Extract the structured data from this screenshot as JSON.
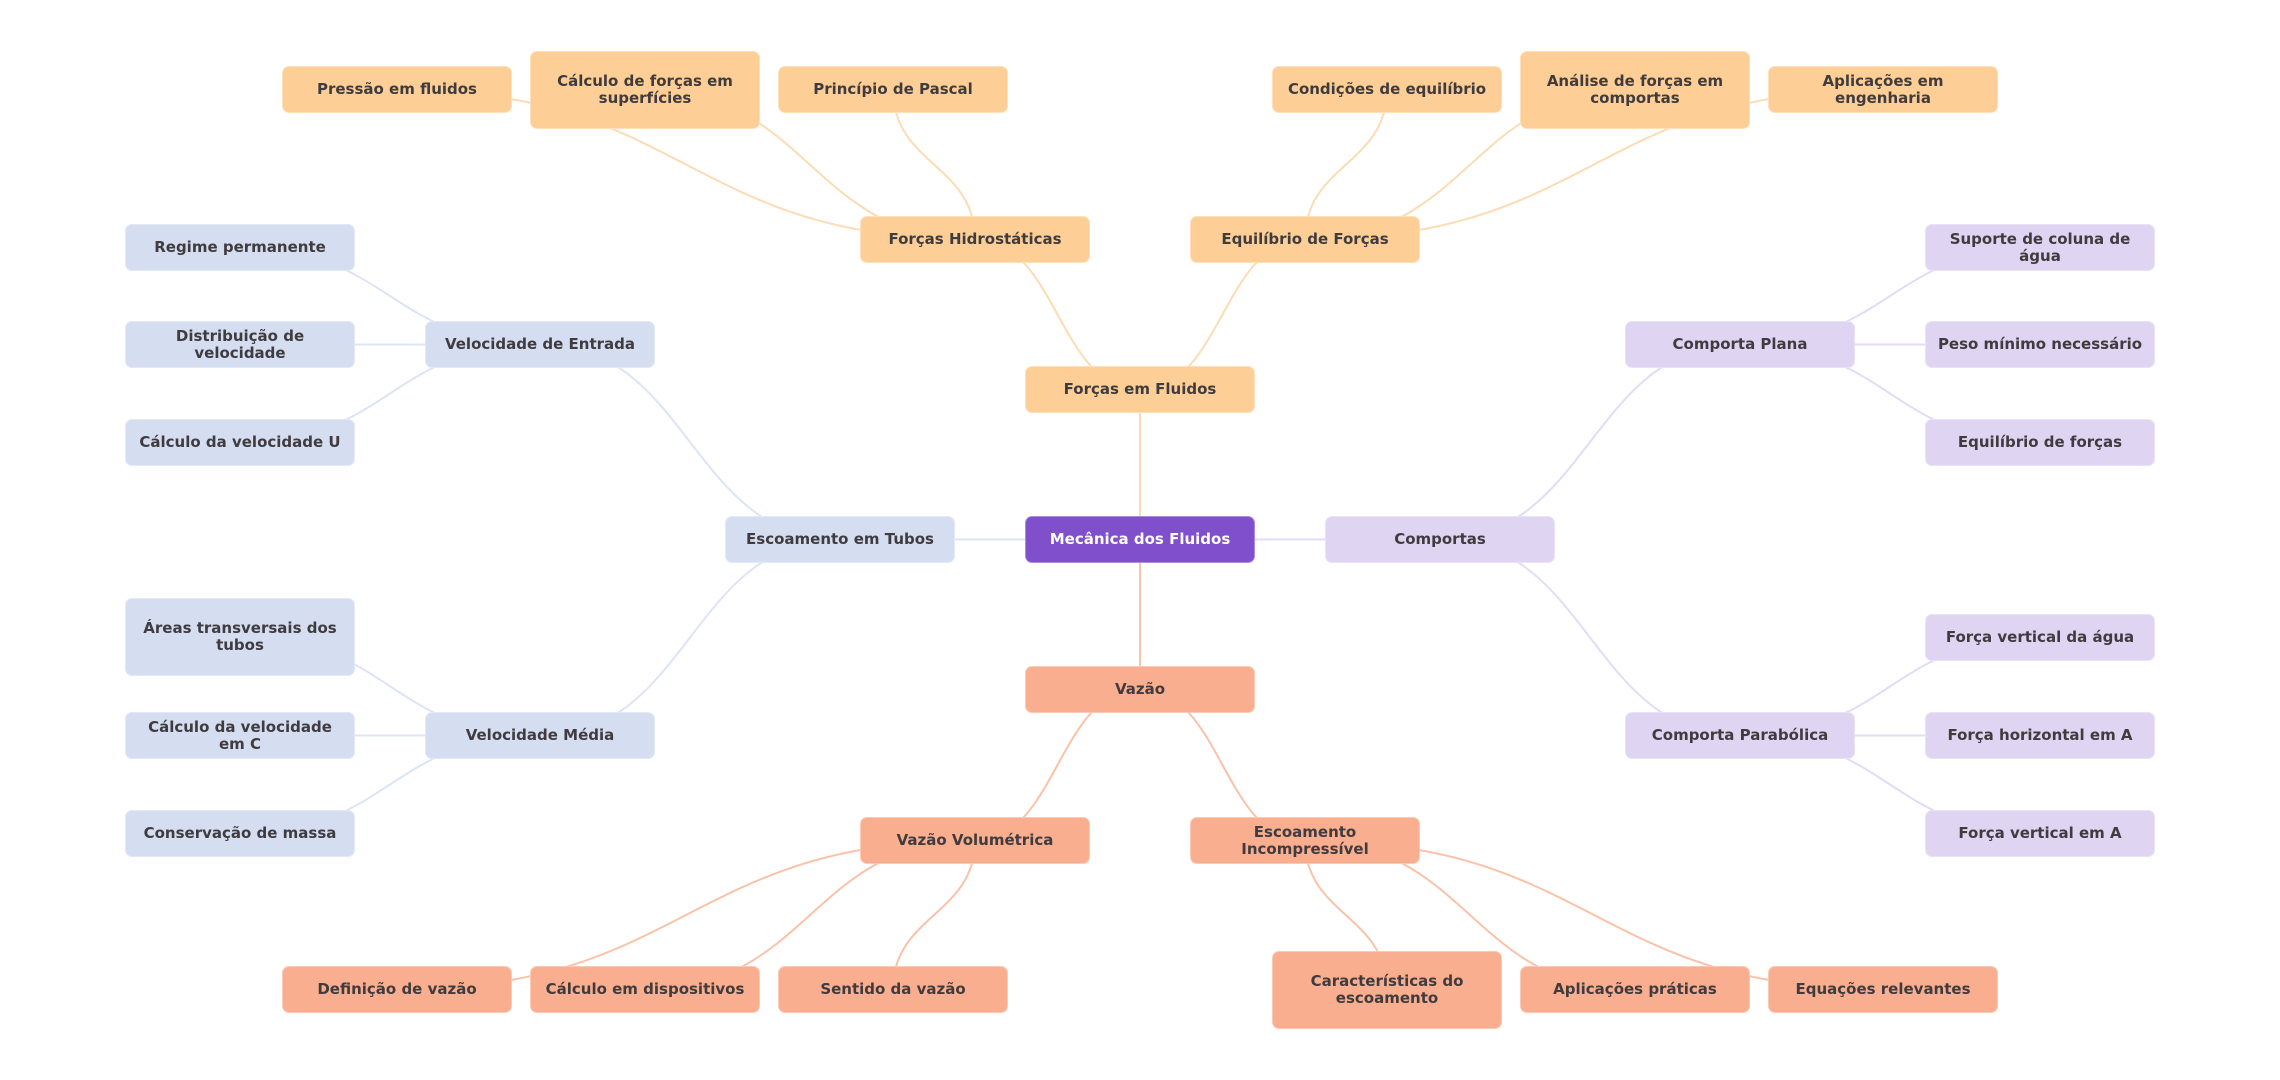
{
  "title": "Mecânica dos Fluidos",
  "colors": {
    "root": "#7f4fcc",
    "forcas": "#fdcf96",
    "forcas_edge": "#fcdcb4",
    "escoamento": "#d5ddf1",
    "escoamento_edge": "#dde4f5",
    "comportas": "#dfd4f1",
    "comportas_edge": "#e4dbf5",
    "vazao": "#f9ae8f",
    "vazao_edge": "#f9c2a9",
    "text": "#3f3b3e",
    "root_text": "#ffffff"
  },
  "nodes": {
    "root": "Mecânica dos Fluidos",
    "forcas": "Forças em Fluidos",
    "hidro": "Forças Hidrostáticas",
    "hidro_c1": "Pressão em fluidos",
    "hidro_c2": "Cálculo de forças em superfícies",
    "hidro_c3": "Princípio de Pascal",
    "equil": "Equilíbrio de Forças",
    "equil_c1": "Condições de equilíbrio",
    "equil_c2": "Análise de forças em comportas",
    "equil_c3": "Aplicações em engenharia",
    "escoamento": "Escoamento em Tubos",
    "vent": "Velocidade de Entrada",
    "vent_c1": "Regime permanente",
    "vent_c2": "Distribuição de velocidade",
    "vent_c3": "Cálculo da velocidade U",
    "vmed": "Velocidade Média",
    "vmed_c1": "Áreas transversais dos tubos",
    "vmed_c2": "Cálculo da velocidade em C",
    "vmed_c3": "Conservação de massa",
    "comportas": "Comportas",
    "cplana": "Comporta Plana",
    "cplana_c1": "Suporte de coluna de água",
    "cplana_c2": "Peso mínimo necessário",
    "cplana_c3": "Equilíbrio de forças",
    "cparab": "Comporta Parabólica",
    "cparab_c1": "Força vertical da água",
    "cparab_c2": "Força horizontal em A",
    "cparab_c3": "Força vertical em A",
    "vazao": "Vazão",
    "vvol": "Vazão Volumétrica",
    "vvol_c1": "Definição de vazão",
    "vvol_c2": "Cálculo em dispositivos",
    "vvol_c3": "Sentido da vazão",
    "eincomp": "Escoamento Incompressível",
    "eincomp_c1": "Características do escoamento",
    "eincomp_c2": "Aplicações práticas",
    "eincomp_c3": "Equações relevantes"
  },
  "edges": [
    [
      "root",
      "forcas",
      "forcas"
    ],
    [
      "root",
      "escoamento",
      "escoamento"
    ],
    [
      "root",
      "comportas",
      "comportas"
    ],
    [
      "root",
      "vazao",
      "vazao"
    ],
    [
      "forcas",
      "hidro",
      "forcas"
    ],
    [
      "forcas",
      "equil",
      "forcas"
    ],
    [
      "hidro",
      "hidro_c1",
      "forcas"
    ],
    [
      "hidro",
      "hidro_c2",
      "forcas"
    ],
    [
      "hidro",
      "hidro_c3",
      "forcas"
    ],
    [
      "equil",
      "equil_c1",
      "forcas"
    ],
    [
      "equil",
      "equil_c2",
      "forcas"
    ],
    [
      "equil",
      "equil_c3",
      "forcas"
    ],
    [
      "escoamento",
      "vent",
      "escoamento"
    ],
    [
      "escoamento",
      "vmed",
      "escoamento"
    ],
    [
      "vent",
      "vent_c1",
      "escoamento"
    ],
    [
      "vent",
      "vent_c2",
      "escoamento"
    ],
    [
      "vent",
      "vent_c3",
      "escoamento"
    ],
    [
      "vmed",
      "vmed_c1",
      "escoamento"
    ],
    [
      "vmed",
      "vmed_c2",
      "escoamento"
    ],
    [
      "vmed",
      "vmed_c3",
      "escoamento"
    ],
    [
      "comportas",
      "cplana",
      "comportas"
    ],
    [
      "comportas",
      "cparab",
      "comportas"
    ],
    [
      "cplana",
      "cplana_c1",
      "comportas"
    ],
    [
      "cplana",
      "cplana_c2",
      "comportas"
    ],
    [
      "cplana",
      "cplana_c3",
      "comportas"
    ],
    [
      "cparab",
      "cparab_c1",
      "comportas"
    ],
    [
      "cparab",
      "cparab_c2",
      "comportas"
    ],
    [
      "cparab",
      "cparab_c3",
      "comportas"
    ],
    [
      "vazao",
      "vvol",
      "vazao"
    ],
    [
      "vazao",
      "eincomp",
      "vazao"
    ],
    [
      "vvol",
      "vvol_c1",
      "vazao"
    ],
    [
      "vvol",
      "vvol_c2",
      "vazao"
    ],
    [
      "vvol",
      "vvol_c3",
      "vazao"
    ],
    [
      "eincomp",
      "eincomp_c1",
      "vazao"
    ],
    [
      "eincomp",
      "eincomp_c2",
      "vazao"
    ],
    [
      "eincomp",
      "eincomp_c3",
      "vazao"
    ]
  ]
}
